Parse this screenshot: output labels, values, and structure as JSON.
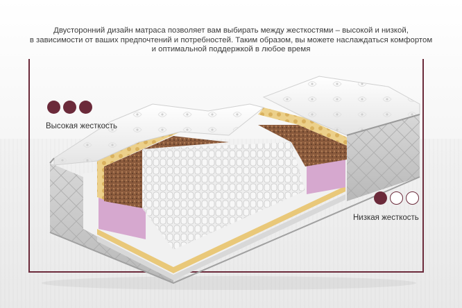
{
  "intro": {
    "line1": "Двусторонний дизайн матраса позволяет вам выбирать между жесткостями – высокой и низкой,",
    "line2": "в зависимости от ваших предпочтений и потребностей. Таким образом, вы можете наслаждаться комфортом",
    "line3": "и оптимальной поддержкой в любое время"
  },
  "high_firmness": {
    "label": "Высокая жесткость",
    "filled_dots": 3,
    "total_dots": 3
  },
  "low_firmness": {
    "label": "Низкая жесткость",
    "filled_dots": 1,
    "total_dots": 3
  },
  "colors": {
    "accent": "#6b2a3a",
    "foam_pink": "#d6a8cf",
    "latex_yellow": "#e9c879",
    "coir_brown": "#8a5a3c",
    "quilt_white": "#f4f4f4",
    "side_gray": "#bdbdbd"
  }
}
